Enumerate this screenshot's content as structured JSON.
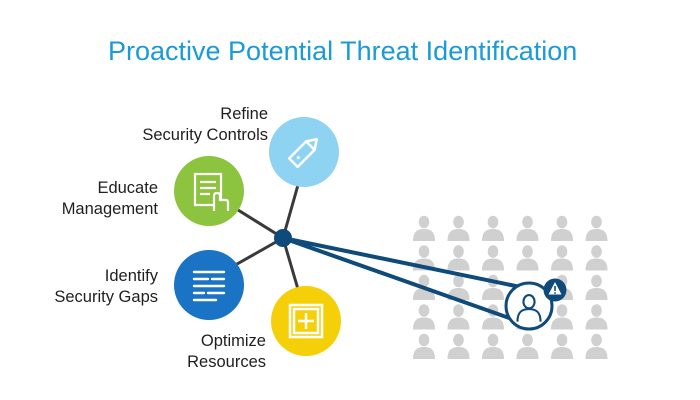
{
  "title": "Proactive Potential Threat Identification",
  "nodes": [
    {
      "id": "refine",
      "lines": [
        "Refine",
        "Security Controls"
      ],
      "color": "#8fd3f3",
      "icon": "pencil-icon"
    },
    {
      "id": "educate",
      "lines": [
        "Educate",
        "Management"
      ],
      "color": "#8dc43f",
      "icon": "document-pointer-icon"
    },
    {
      "id": "identify",
      "lines": [
        "Identify",
        "Security Gaps"
      ],
      "color": "#1a73c4",
      "icon": "text-lines-icon"
    },
    {
      "id": "optimize",
      "lines": [
        "Optimize",
        "Resources"
      ],
      "color": "#f5cf08",
      "icon": "plus-box-icon"
    }
  ],
  "colors": {
    "hub": "#0e4a7a",
    "spoke": "#3a3a3a",
    "people": "#d0d0d0",
    "title": "#1a9ad9"
  },
  "highlight_icon": "warning-icon",
  "crowd_icon": "person-icon"
}
